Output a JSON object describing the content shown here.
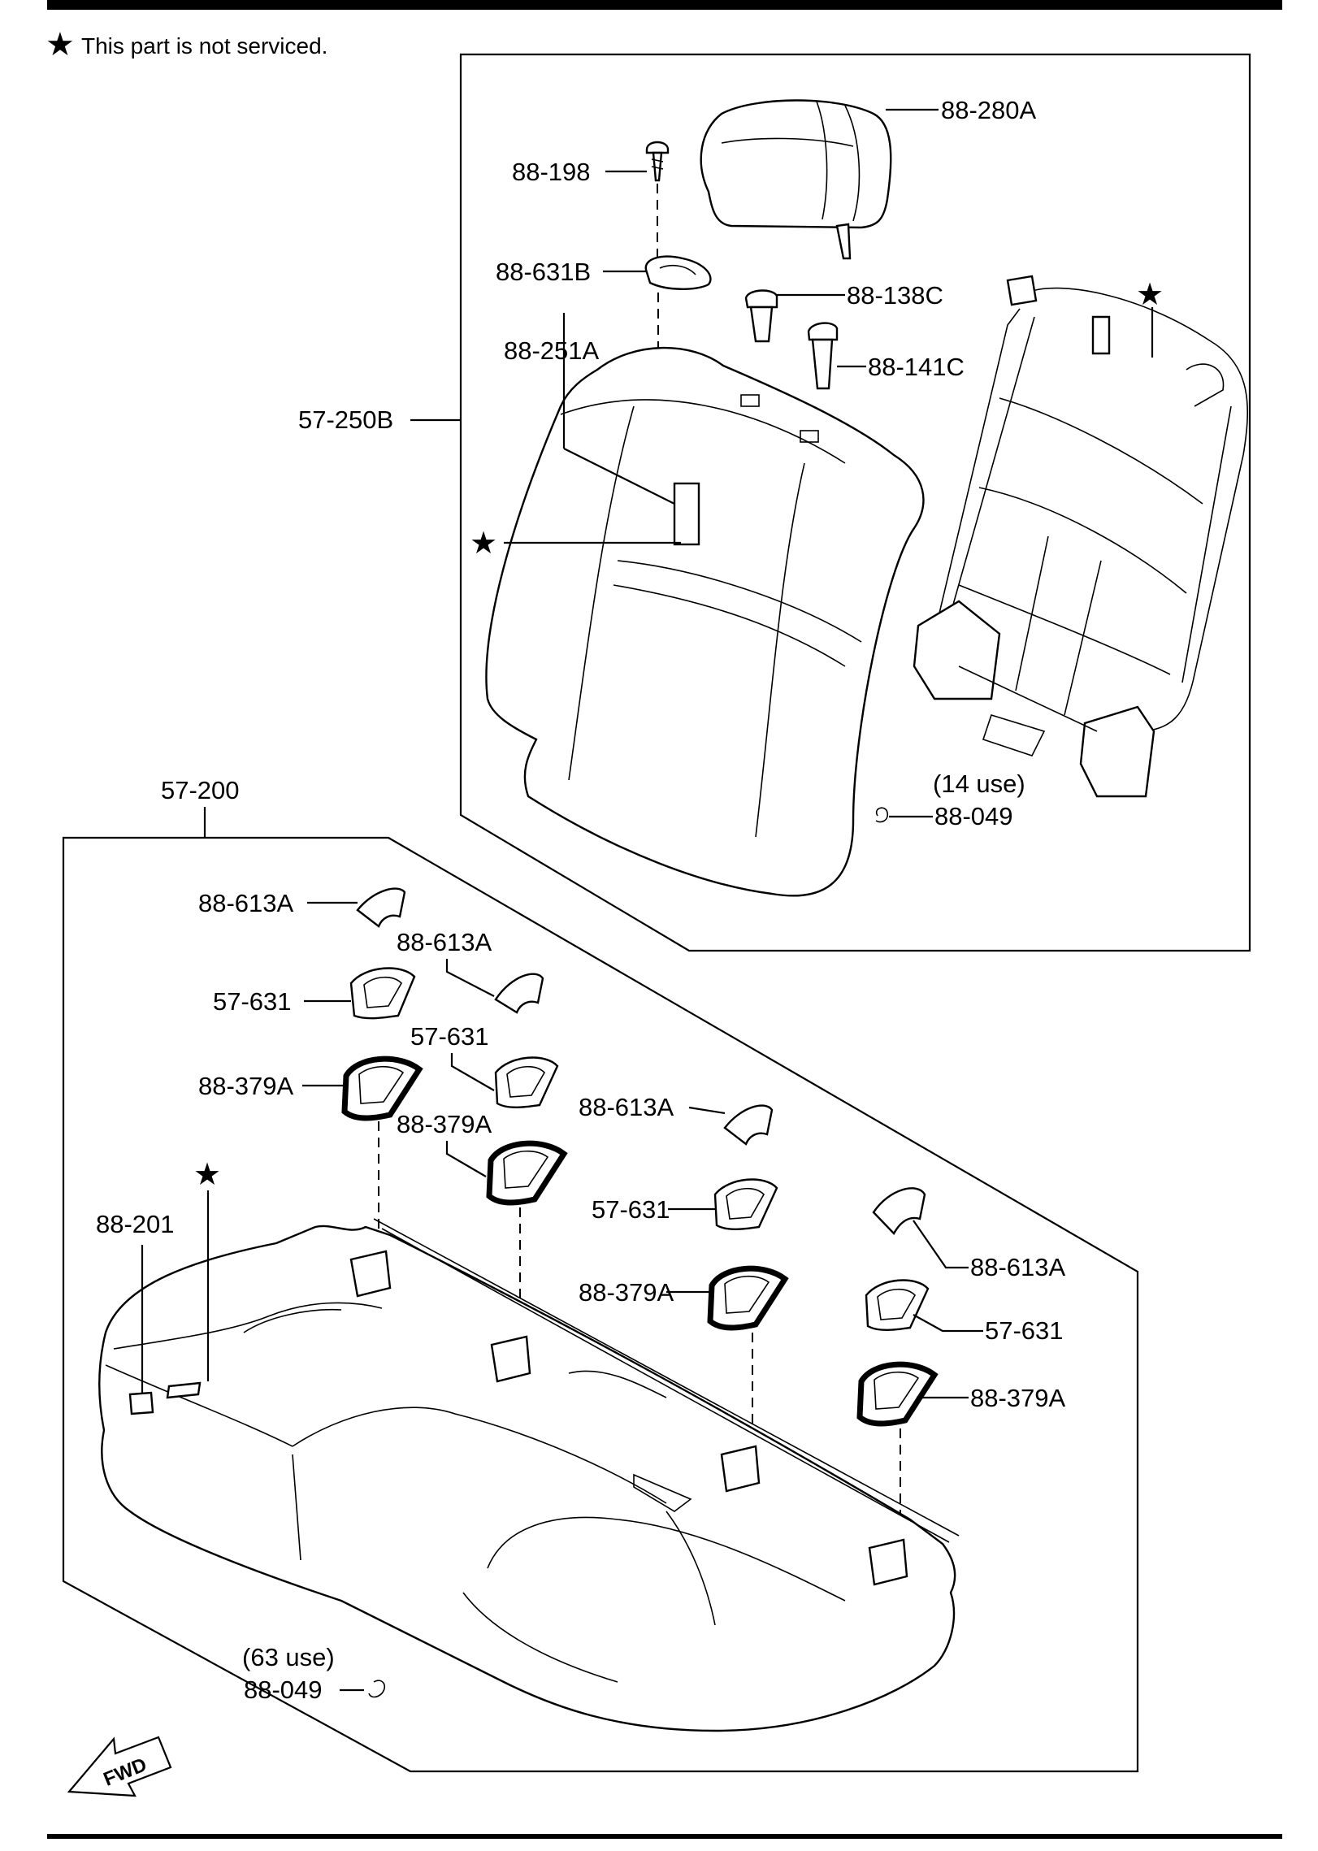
{
  "note": {
    "symbol": "★",
    "text": "This part is not serviced."
  },
  "labels": {
    "seatback": "57-250B",
    "cushion": "57-200",
    "headrest": "88-280A",
    "screw": "88-198",
    "clip_631b": "88-631B",
    "guide_138c": "88-138C",
    "guide_141c": "88-141C",
    "seatback_label": "88-251A",
    "cushion_label": "88-201",
    "hog_ring": "88-049",
    "cover": "88-613A",
    "bezel": "57-631",
    "anchor_cover": "88-379A"
  },
  "usage": {
    "seatback_hog_ring": "(14 use)",
    "cushion_hog_ring": "(63 use)"
  },
  "fwd_text": "FWD",
  "star": "★"
}
